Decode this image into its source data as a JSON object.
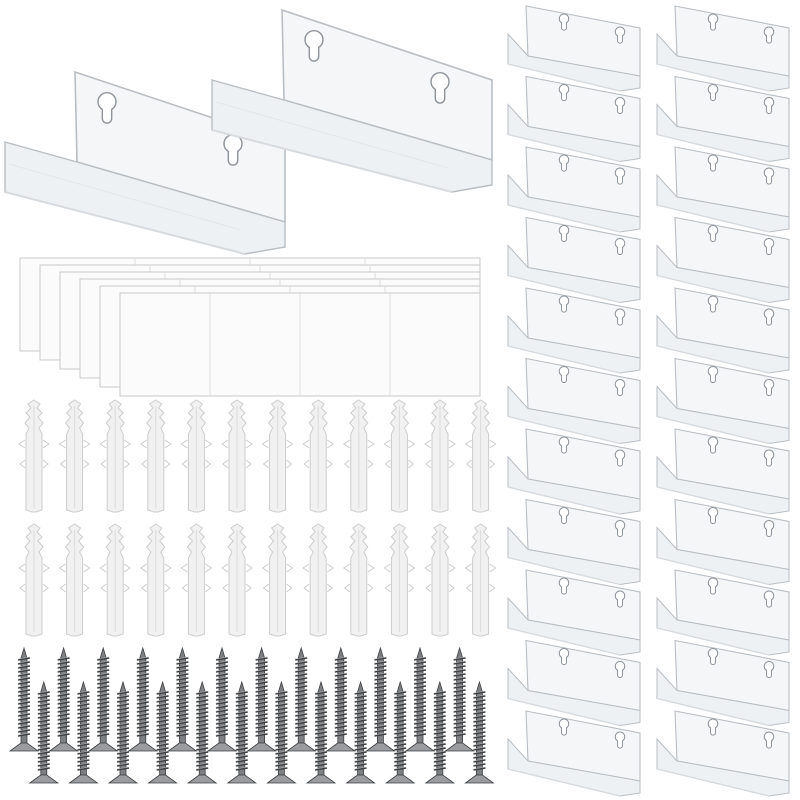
{
  "product_image": {
    "background": "#ffffff",
    "colors": {
      "acrylic_edge": "#b9bec3",
      "acrylic_fill": "#f4f6f8",
      "acrylic_shadow": "#d7dbdf",
      "tape_fill": "#fbfbfb",
      "tape_edge": "#c9c9c9",
      "anchor_fill": "#f1f1f1",
      "anchor_edge": "#cdcdcd",
      "screw_metal": "#7d7f82",
      "screw_dark": "#3e4042",
      "screw_light": "#b6b8ba"
    },
    "large_shelves": {
      "count": 2
    },
    "small_shelves": {
      "count": 22,
      "columns": 2,
      "rows": 11
    },
    "adhesive_strips": {
      "sheets": 6,
      "segments_per_sheet": 4
    },
    "wall_anchors": {
      "count": 24,
      "rows": 2,
      "per_row": 12
    },
    "screws": {
      "count": 24
    }
  }
}
